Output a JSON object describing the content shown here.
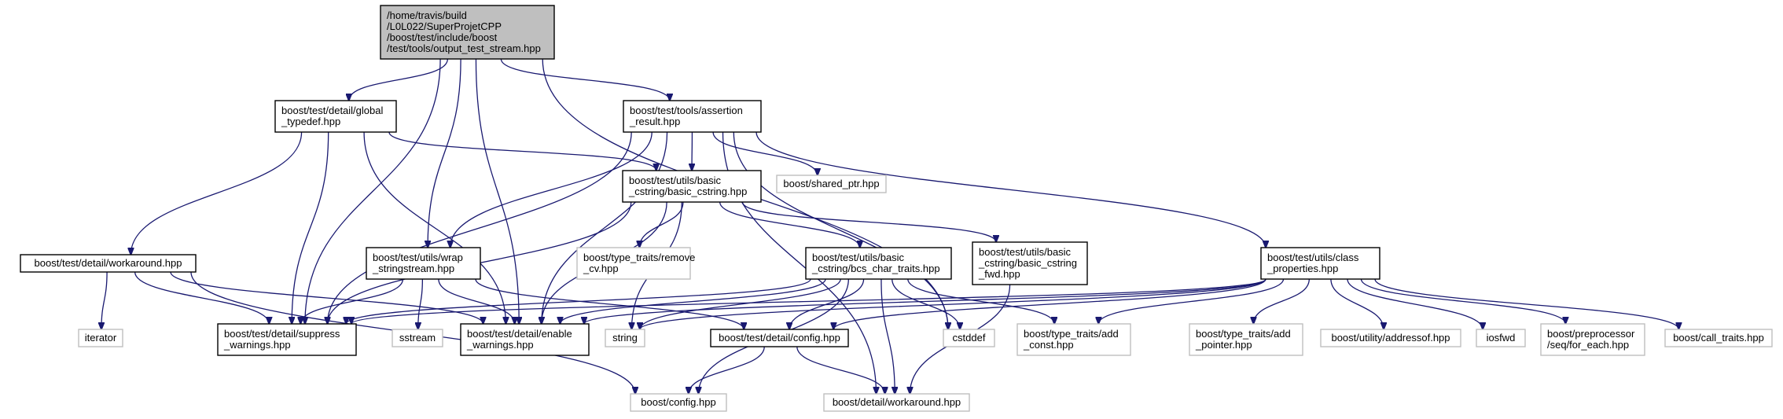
{
  "colors": {
    "edge": "#191970",
    "focus_fill": "#bfbfbf",
    "node_border": "#000000",
    "external_border": "#bfbfbf",
    "background": "#ffffff"
  },
  "graph": {
    "nodes": [
      {
        "id": "output_test_stream",
        "kind": "focus",
        "lines": [
          "/home/travis/build",
          "/L0L022/SuperProjetCPP",
          "/boost/test/include/boost",
          "/test/tools/output_test_stream.hpp"
        ]
      },
      {
        "id": "global_typedef",
        "kind": "normal",
        "lines": [
          "boost/test/detail/global",
          "_typedef.hpp"
        ]
      },
      {
        "id": "assertion_result",
        "kind": "normal",
        "lines": [
          "boost/test/tools/assertion",
          "_result.hpp"
        ]
      },
      {
        "id": "basic_cstring",
        "kind": "normal",
        "lines": [
          "boost/test/utils/basic",
          "_cstring/basic_cstring.hpp"
        ]
      },
      {
        "id": "shared_ptr",
        "kind": "external",
        "lines": [
          "boost/shared_ptr.hpp"
        ]
      },
      {
        "id": "workaround_test",
        "kind": "normal",
        "lines": [
          "boost/test/detail/workaround.hpp"
        ]
      },
      {
        "id": "wrap_stringstream",
        "kind": "normal",
        "lines": [
          "boost/test/utils/wrap",
          "_stringstream.hpp"
        ]
      },
      {
        "id": "remove_cv",
        "kind": "external",
        "lines": [
          "boost/type_traits/remove",
          "_cv.hpp"
        ]
      },
      {
        "id": "bcs_char_traits",
        "kind": "normal",
        "lines": [
          "boost/test/utils/basic",
          "_cstring/bcs_char_traits.hpp"
        ]
      },
      {
        "id": "basic_cstring_fwd",
        "kind": "normal",
        "lines": [
          "boost/test/utils/basic",
          "_cstring/basic_cstring",
          "_fwd.hpp"
        ]
      },
      {
        "id": "class_properties",
        "kind": "normal",
        "lines": [
          "boost/test/utils/class",
          "_properties.hpp"
        ]
      },
      {
        "id": "iterator",
        "kind": "external",
        "lines": [
          "iterator"
        ]
      },
      {
        "id": "suppress_warnings",
        "kind": "normal",
        "lines": [
          "boost/test/detail/suppress",
          "_warnings.hpp"
        ]
      },
      {
        "id": "sstream",
        "kind": "external",
        "lines": [
          "sstream"
        ]
      },
      {
        "id": "enable_warnings",
        "kind": "normal",
        "lines": [
          "boost/test/detail/enable",
          "_warnings.hpp"
        ]
      },
      {
        "id": "string",
        "kind": "external",
        "lines": [
          "string"
        ]
      },
      {
        "id": "config_test",
        "kind": "normal",
        "lines": [
          "boost/test/detail/config.hpp"
        ]
      },
      {
        "id": "cstddef",
        "kind": "external",
        "lines": [
          "cstddef"
        ]
      },
      {
        "id": "add_const",
        "kind": "external",
        "lines": [
          "boost/type_traits/add",
          "_const.hpp"
        ]
      },
      {
        "id": "add_pointer",
        "kind": "external",
        "lines": [
          "boost/type_traits/add",
          "_pointer.hpp"
        ]
      },
      {
        "id": "addressof",
        "kind": "external",
        "lines": [
          "boost/utility/addressof.hpp"
        ]
      },
      {
        "id": "iosfwd",
        "kind": "external",
        "lines": [
          "iosfwd"
        ]
      },
      {
        "id": "for_each",
        "kind": "external",
        "lines": [
          "boost/preprocessor",
          "/seq/for_each.hpp"
        ]
      },
      {
        "id": "call_traits",
        "kind": "external",
        "lines": [
          "boost/call_traits.hpp"
        ]
      },
      {
        "id": "config",
        "kind": "external",
        "lines": [
          "boost/config.hpp"
        ]
      },
      {
        "id": "workaround_detail",
        "kind": "external",
        "lines": [
          "boost/detail/workaround.hpp"
        ]
      }
    ],
    "edges": [
      [
        "output_test_stream",
        "global_typedef"
      ],
      [
        "output_test_stream",
        "assertion_result"
      ],
      [
        "output_test_stream",
        "wrap_stringstream"
      ],
      [
        "output_test_stream",
        "enable_warnings"
      ],
      [
        "output_test_stream",
        "suppress_warnings"
      ],
      [
        "output_test_stream",
        "cstddef"
      ],
      [
        "global_typedef",
        "basic_cstring"
      ],
      [
        "global_typedef",
        "workaround_test"
      ],
      [
        "global_typedef",
        "suppress_warnings"
      ],
      [
        "global_typedef",
        "enable_warnings"
      ],
      [
        "assertion_result",
        "basic_cstring"
      ],
      [
        "assertion_result",
        "shared_ptr"
      ],
      [
        "assertion_result",
        "class_properties"
      ],
      [
        "assertion_result",
        "wrap_stringstream"
      ],
      [
        "assertion_result",
        "suppress_warnings"
      ],
      [
        "assertion_result",
        "enable_warnings"
      ],
      [
        "assertion_result",
        "cstddef"
      ],
      [
        "assertion_result",
        "workaround_detail"
      ],
      [
        "basic_cstring",
        "remove_cv"
      ],
      [
        "basic_cstring",
        "bcs_char_traits"
      ],
      [
        "basic_cstring",
        "basic_cstring_fwd"
      ],
      [
        "basic_cstring",
        "suppress_warnings"
      ],
      [
        "basic_cstring",
        "enable_warnings"
      ],
      [
        "basic_cstring",
        "string"
      ],
      [
        "workaround_test",
        "iterator"
      ],
      [
        "workaround_test",
        "suppress_warnings"
      ],
      [
        "workaround_test",
        "enable_warnings"
      ],
      [
        "workaround_test",
        "config"
      ],
      [
        "wrap_stringstream",
        "sstream"
      ],
      [
        "wrap_stringstream",
        "suppress_warnings"
      ],
      [
        "wrap_stringstream",
        "enable_warnings"
      ],
      [
        "wrap_stringstream",
        "config_test"
      ],
      [
        "bcs_char_traits",
        "string"
      ],
      [
        "bcs_char_traits",
        "config_test"
      ],
      [
        "bcs_char_traits",
        "cstddef"
      ],
      [
        "bcs_char_traits",
        "add_const"
      ],
      [
        "bcs_char_traits",
        "workaround_detail"
      ],
      [
        "bcs_char_traits",
        "config"
      ],
      [
        "bcs_char_traits",
        "suppress_warnings"
      ],
      [
        "bcs_char_traits",
        "enable_warnings"
      ],
      [
        "basic_cstring_fwd",
        "workaround_detail"
      ],
      [
        "class_properties",
        "config_test"
      ],
      [
        "class_properties",
        "add_pointer"
      ],
      [
        "class_properties",
        "addressof"
      ],
      [
        "class_properties",
        "iosfwd"
      ],
      [
        "class_properties",
        "for_each"
      ],
      [
        "class_properties",
        "call_traits"
      ],
      [
        "class_properties",
        "add_const"
      ],
      [
        "class_properties",
        "suppress_warnings"
      ],
      [
        "class_properties",
        "enable_warnings"
      ],
      [
        "class_properties",
        "string"
      ],
      [
        "config_test",
        "config"
      ],
      [
        "config_test",
        "workaround_detail"
      ]
    ]
  }
}
